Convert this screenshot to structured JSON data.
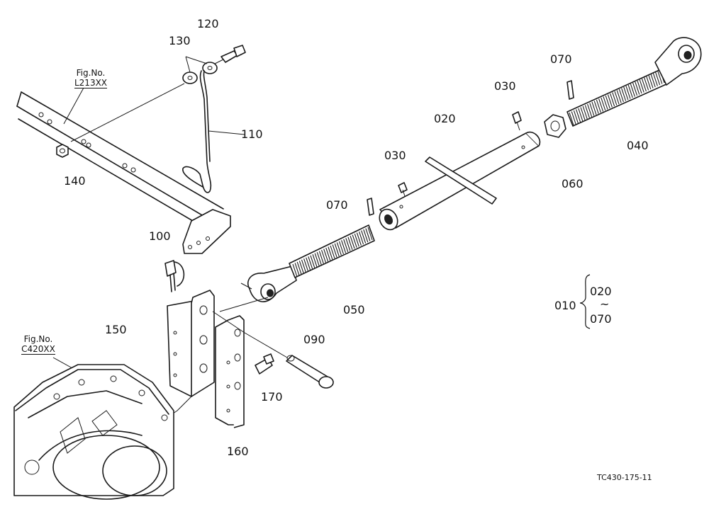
{
  "figure_refs": [
    {
      "prefix": "Fig.No.",
      "ref": "L213XX"
    },
    {
      "prefix": "Fig.No.",
      "ref": "C420XX"
    }
  ],
  "callouts": {
    "p120": "120",
    "p130": "130",
    "p110": "110",
    "p140": "140",
    "p100": "100",
    "p150": "150",
    "p160": "160",
    "p170": "170",
    "p090": "090",
    "p050": "050",
    "p070_left": "070",
    "p030_left": "030",
    "p030_right": "030",
    "p020": "020",
    "p060": "060",
    "p070_right": "070",
    "p040": "040"
  },
  "assembly_range": {
    "label": "010",
    "from": "020",
    "tilde": "~",
    "to": "070"
  },
  "drawing_code": "TC430-175-11"
}
